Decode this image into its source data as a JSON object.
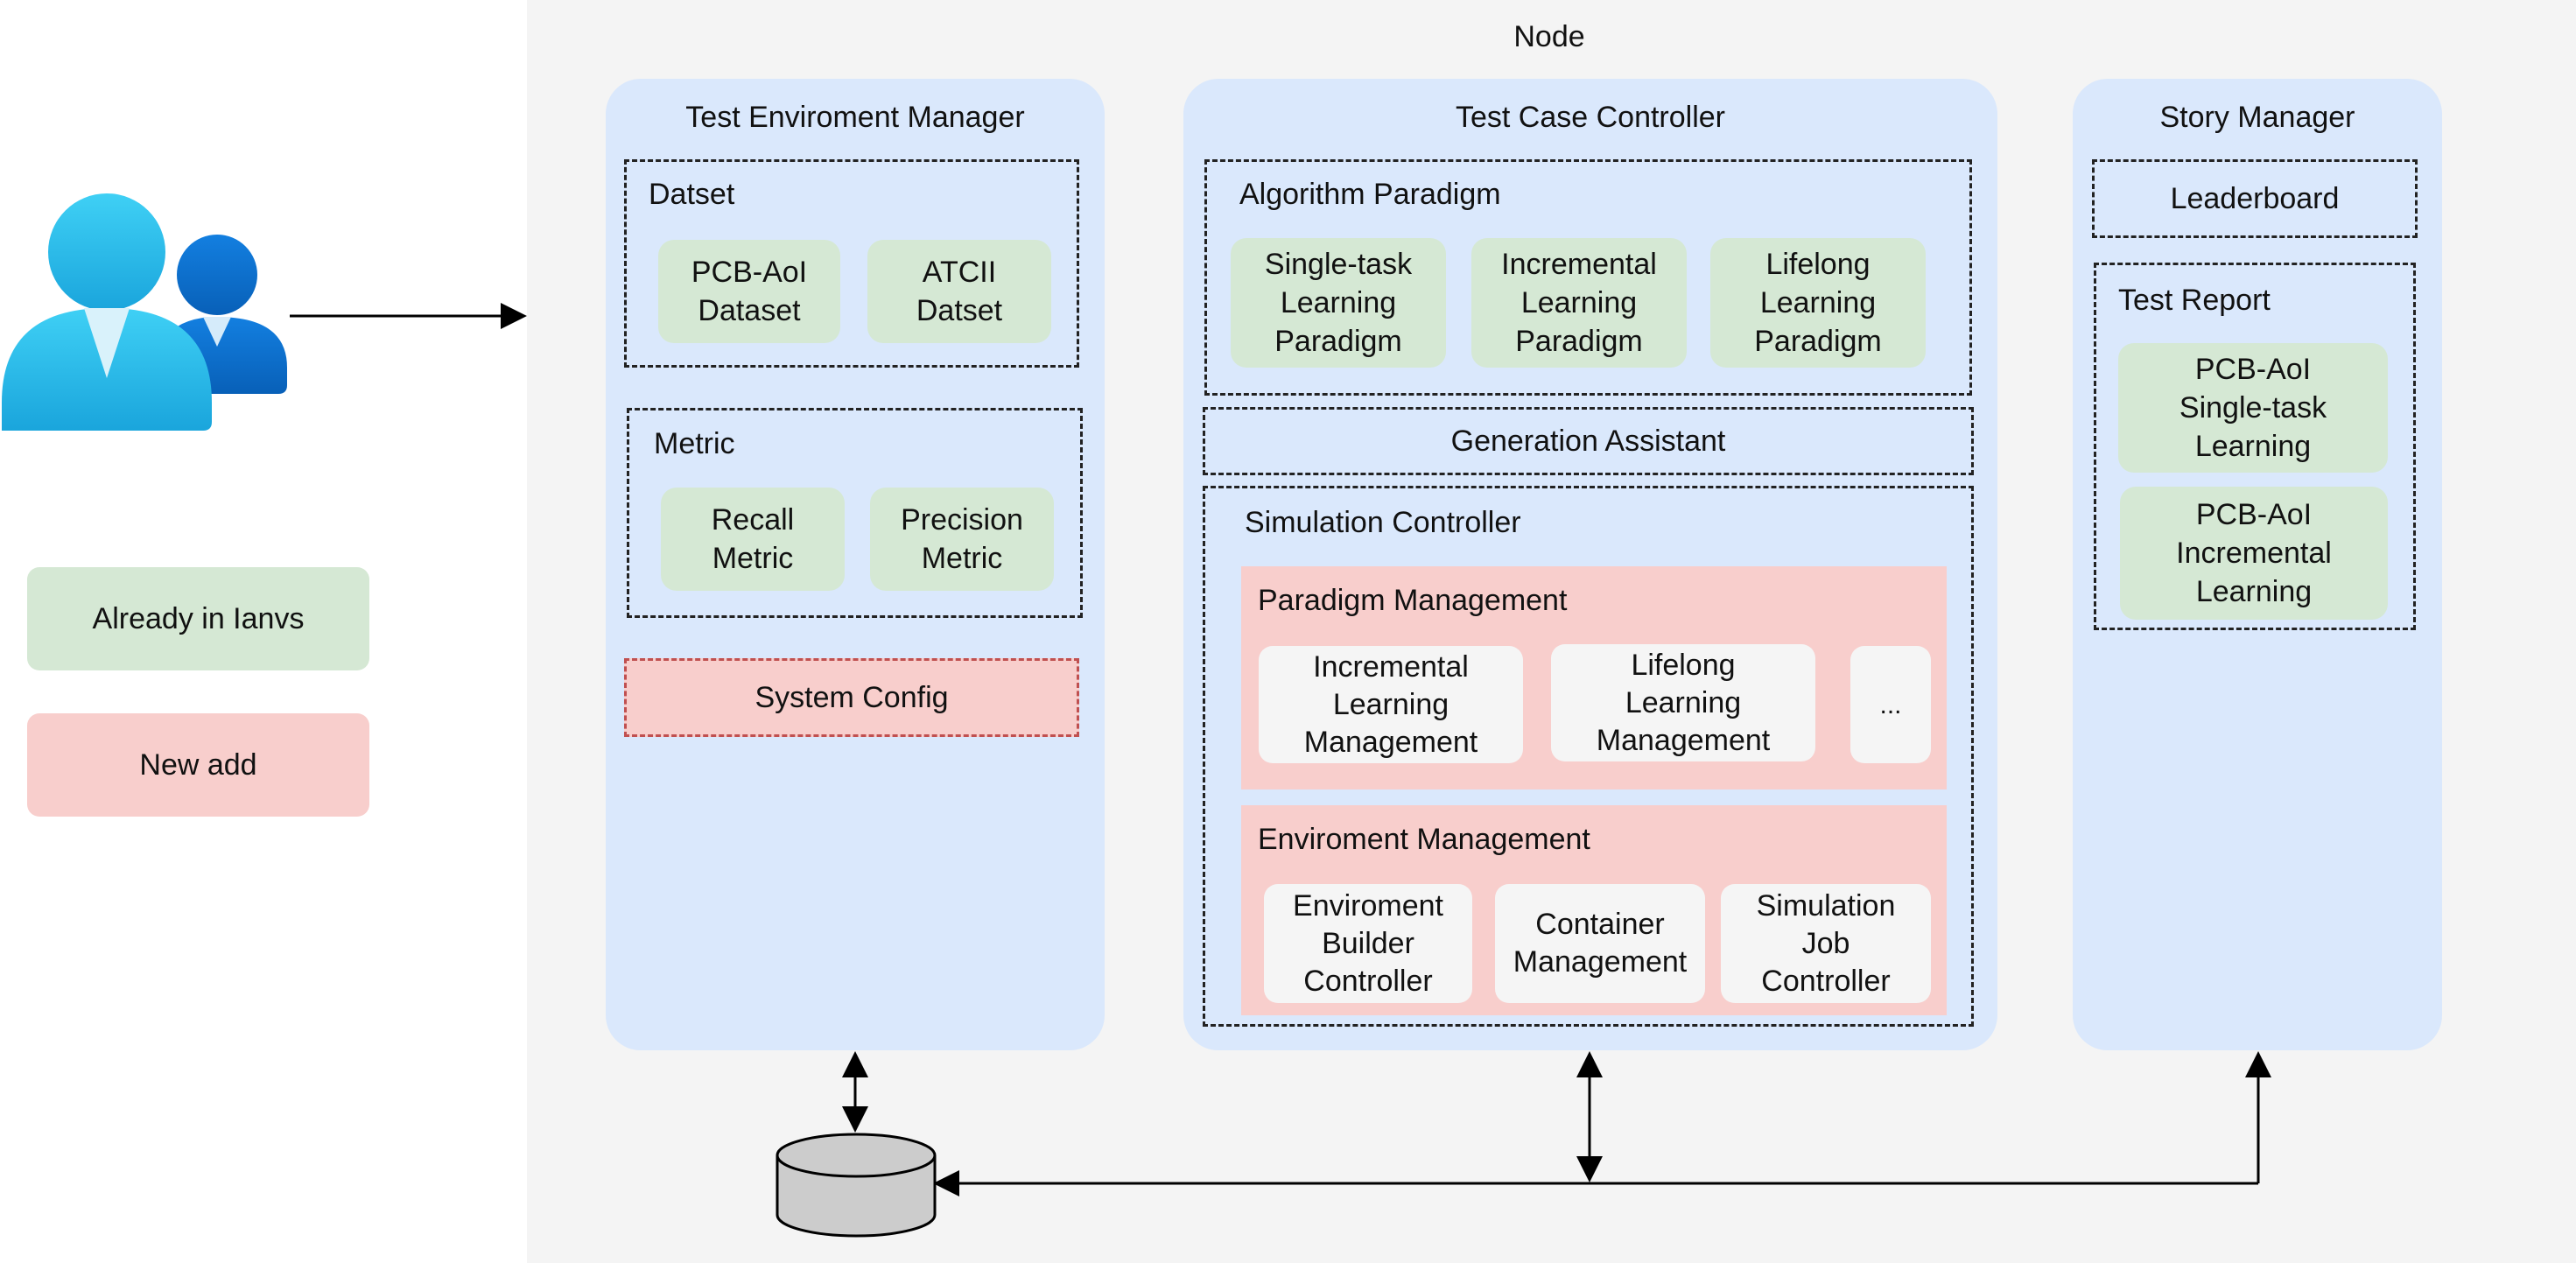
{
  "node": {
    "title": "Node"
  },
  "test_env_manager": {
    "title": "Test Enviroment Manager",
    "dataset": {
      "title": "Datset",
      "items": [
        "PCB-AoI\nDataset",
        "ATCII\nDatset"
      ]
    },
    "metric": {
      "title": "Metric",
      "items": [
        "Recall\nMetric",
        "Precision\nMetric"
      ]
    },
    "system_config": "System Config"
  },
  "test_case_controller": {
    "title": "Test Case Controller",
    "algorithm_paradigm": {
      "title": "Algorithm Paradigm",
      "items": [
        "Single-task\nLearning\nParadigm",
        "Incremental\nLearning\nParadigm",
        "Lifelong\nLearning\nParadigm"
      ]
    },
    "generation_assistant": "Generation Assistant",
    "simulation_controller": {
      "title": "Simulation Controller",
      "paradigm_management": {
        "title": "Paradigm Management",
        "items": [
          "Incremental\nLearning\nManagement",
          "Lifelong\nLearning\nManagement",
          "..."
        ]
      },
      "enviroment_management": {
        "title": "Enviroment Management",
        "items": [
          "Enviroment\nBuilder\nController",
          "Container\nManagement",
          "Simulation\nJob\nController"
        ]
      }
    }
  },
  "story_manager": {
    "title": "Story Manager",
    "leaderboard": "Leaderboard",
    "test_report": {
      "title": "Test Report",
      "items": [
        "PCB-AoI\nSingle-task\nLearning",
        "PCB-AoI\nIncremental\nLearning"
      ]
    }
  },
  "legend": {
    "already": "Already in Ianvs",
    "new_add": "New add"
  },
  "colors": {
    "node_bg": "#f4f4f4",
    "container_blue": "#dae8fc",
    "existing_green": "#d5e8d4",
    "new_pink": "#f8cecc",
    "sub_white": "#f5f5f5",
    "user_light": "#33c4ef",
    "user_dark": "#0a6fd0",
    "database_gray": "#cccccc"
  },
  "icons": {
    "user": "users-icon",
    "database": "database-icon"
  }
}
